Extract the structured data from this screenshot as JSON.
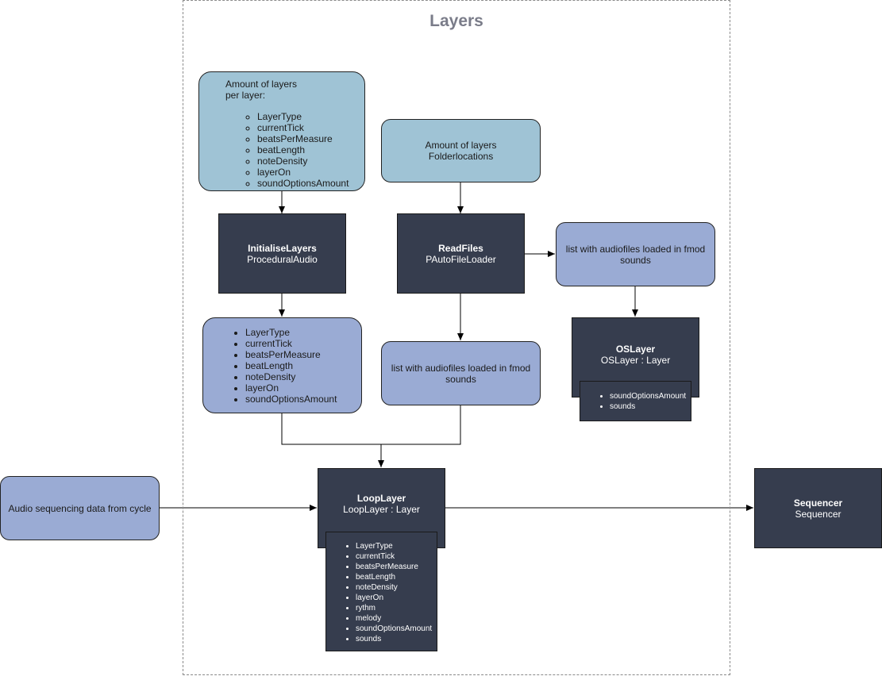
{
  "frame": {
    "title": "Layers"
  },
  "layers_config": {
    "title_line1": "Amount of layers",
    "title_line2": "per layer:",
    "items": [
      "LayerType",
      "currentTick",
      "beatsPerMeasure",
      "beatLength",
      "noteDensity",
      "layerOn",
      "soundOptionsAmount"
    ]
  },
  "folder_config": {
    "line1": "Amount of layers",
    "line2": "Folderlocations"
  },
  "initialise_layers": {
    "name": "InitialiseLayers",
    "class": "ProceduralAudio"
  },
  "read_files": {
    "name": "ReadFiles",
    "class": "PAutoFileLoader"
  },
  "audiofiles_right": {
    "text": "list with audiofiles loaded in fmod sounds"
  },
  "audiofiles_center": {
    "text": "list with audiofiles loaded in fmod sounds"
  },
  "layer_props": {
    "items": [
      "LayerType",
      "currentTick",
      "beatsPerMeasure",
      "beatLength",
      "noteDensity",
      "layerOn",
      "soundOptionsAmount"
    ]
  },
  "os_layer": {
    "name": "OSLayer",
    "class": "OSLayer : Layer",
    "items": [
      "soundOptionsAmount",
      "sounds"
    ]
  },
  "loop_layer": {
    "name": "LoopLayer",
    "class": "LoopLayer : Layer",
    "items": [
      "LayerType",
      "currentTick",
      "beatsPerMeasure",
      "beatLength",
      "noteDensity",
      "layerOn",
      "rythm",
      "melody",
      "soundOptionsAmount",
      "sounds"
    ]
  },
  "audio_input": {
    "text": "Audio sequencing data from cycle"
  },
  "sequencer": {
    "name": "Sequencer",
    "class": "Sequencer"
  },
  "colors": {
    "dark": "#363d4e",
    "light_blue": "#9fc3d5",
    "mid_blue": "#9aabd4",
    "title": "#7a7c89"
  }
}
